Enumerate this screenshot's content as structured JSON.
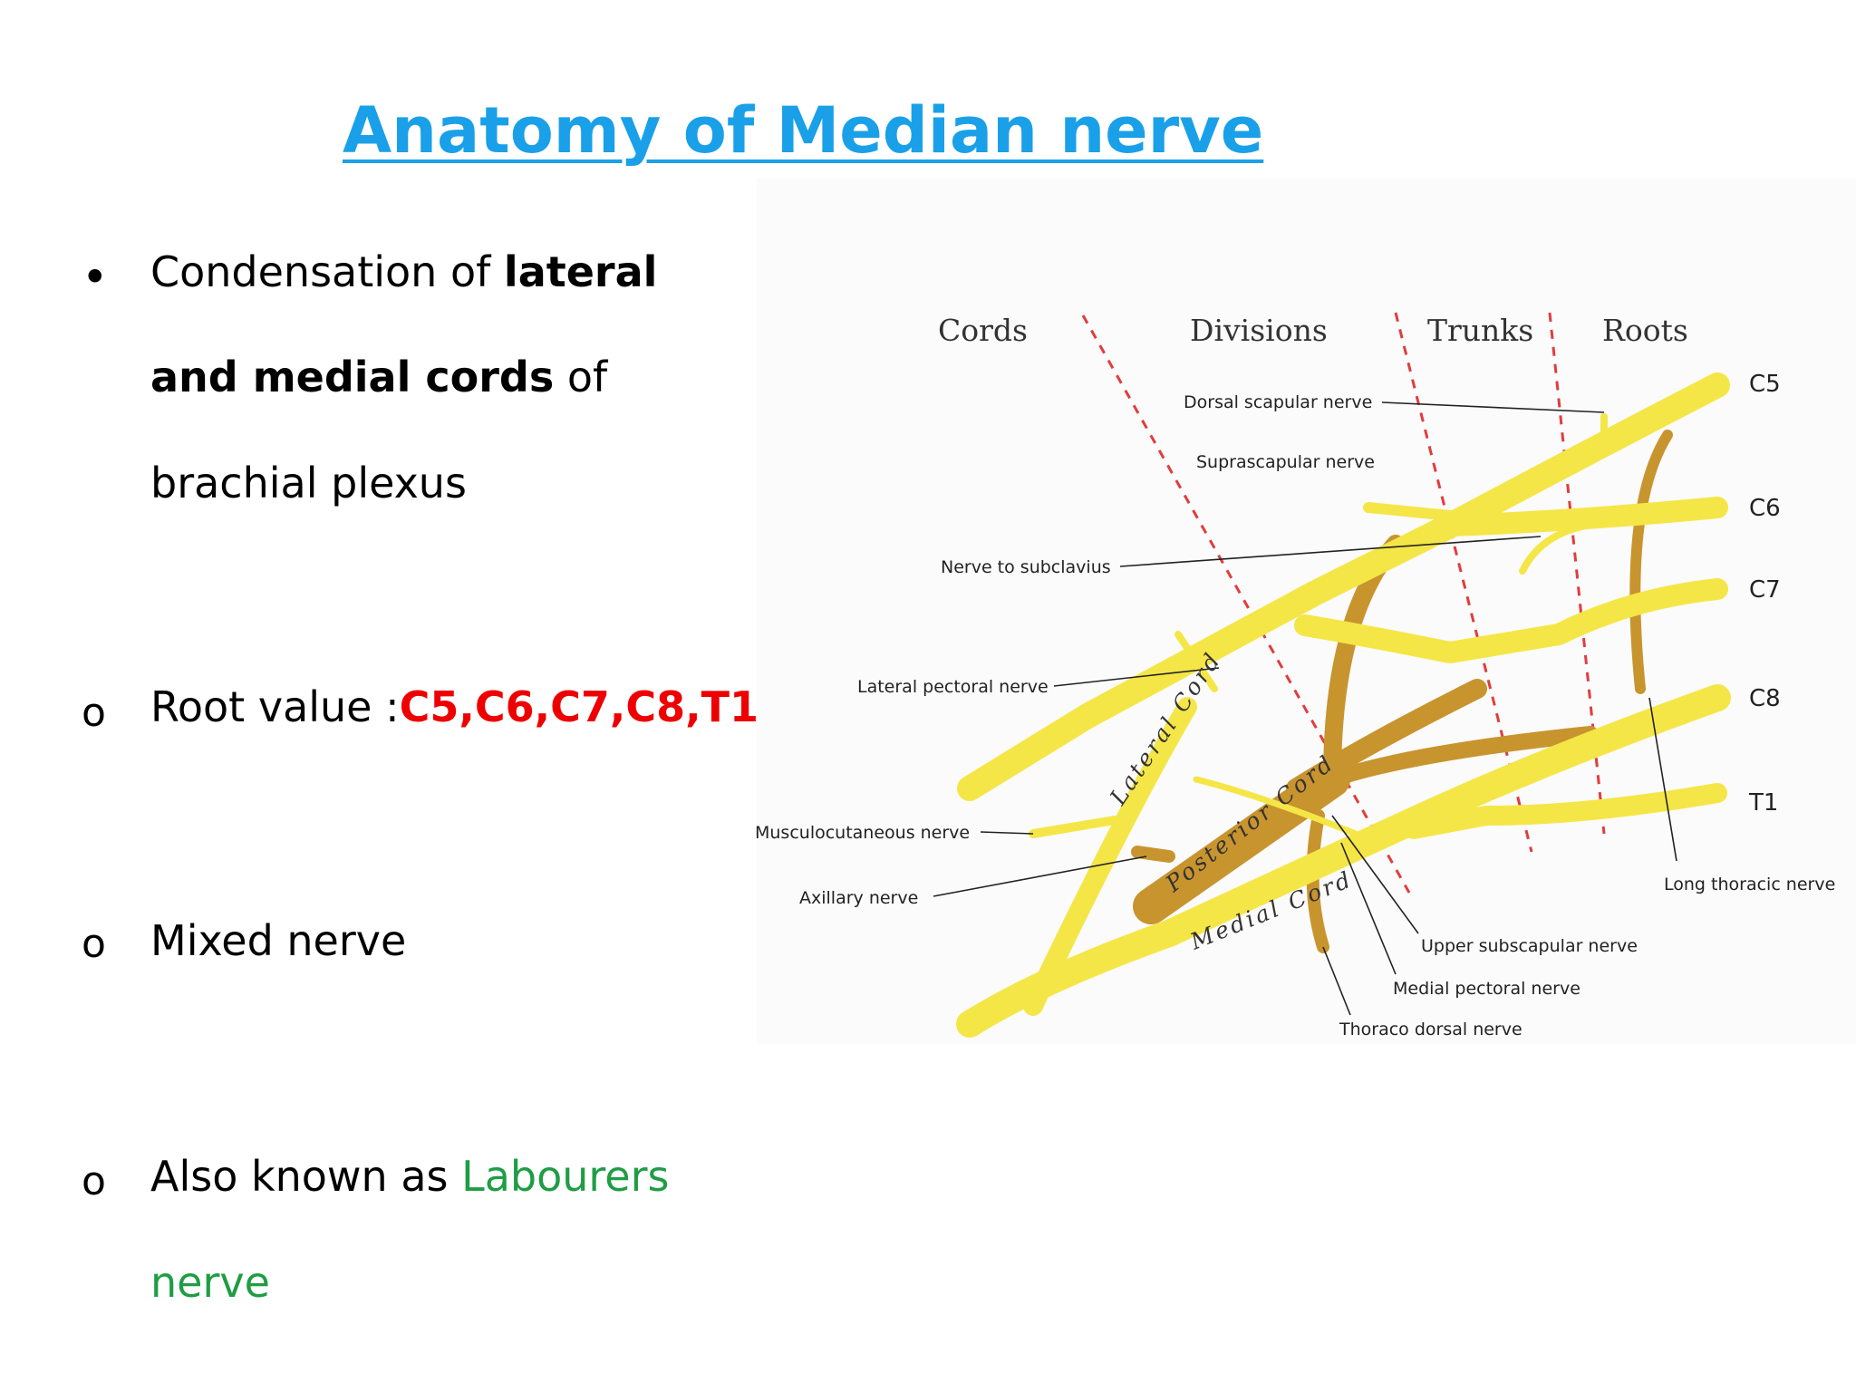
{
  "title": "Anatomy of Median nerve",
  "bullets": {
    "first": {
      "line1_pre": "Condensation of ",
      "line1_bold": "lateral",
      "line2_bold": "and medial cords",
      "line2_post": " of",
      "line3": "brachial plexus"
    },
    "root_value": {
      "label": "Root value :",
      "value": "C5,C6,C7,C8,T1"
    },
    "mixed": "Mixed nerve",
    "aka": {
      "pre": "Also known as ",
      "green1": "Labourers",
      "green2": "nerve"
    }
  },
  "diagram": {
    "headers": {
      "cords": "Cords",
      "divisions": "Divisions",
      "trunks": "Trunks",
      "roots": "Roots"
    },
    "roots": [
      "C5",
      "C6",
      "C7",
      "C8",
      "T1"
    ],
    "labels": {
      "dorsal_scapular": "Dorsal scapular nerve",
      "suprascapular": "Suprascapular nerve",
      "subclavius": "Nerve to subclavius",
      "lateral_pectoral": "Lateral pectoral nerve",
      "musculocutaneous": "Musculocutaneous nerve",
      "axillary": "Axillary nerve",
      "long_thoracic": "Long thoracic nerve",
      "upper_subscapular": "Upper subscapular nerve",
      "medial_pectoral": "Medial pectoral nerve",
      "thoracodorsal": "Thoraco dorsal nerve"
    },
    "cord_names": {
      "lateral": "Lateral Cord",
      "posterior": "Posterior Cord",
      "medial": "Medial Cord"
    },
    "colors": {
      "nerve": "#f5e647",
      "posterior": "#c8942e",
      "divider": "#e23c3c"
    }
  }
}
